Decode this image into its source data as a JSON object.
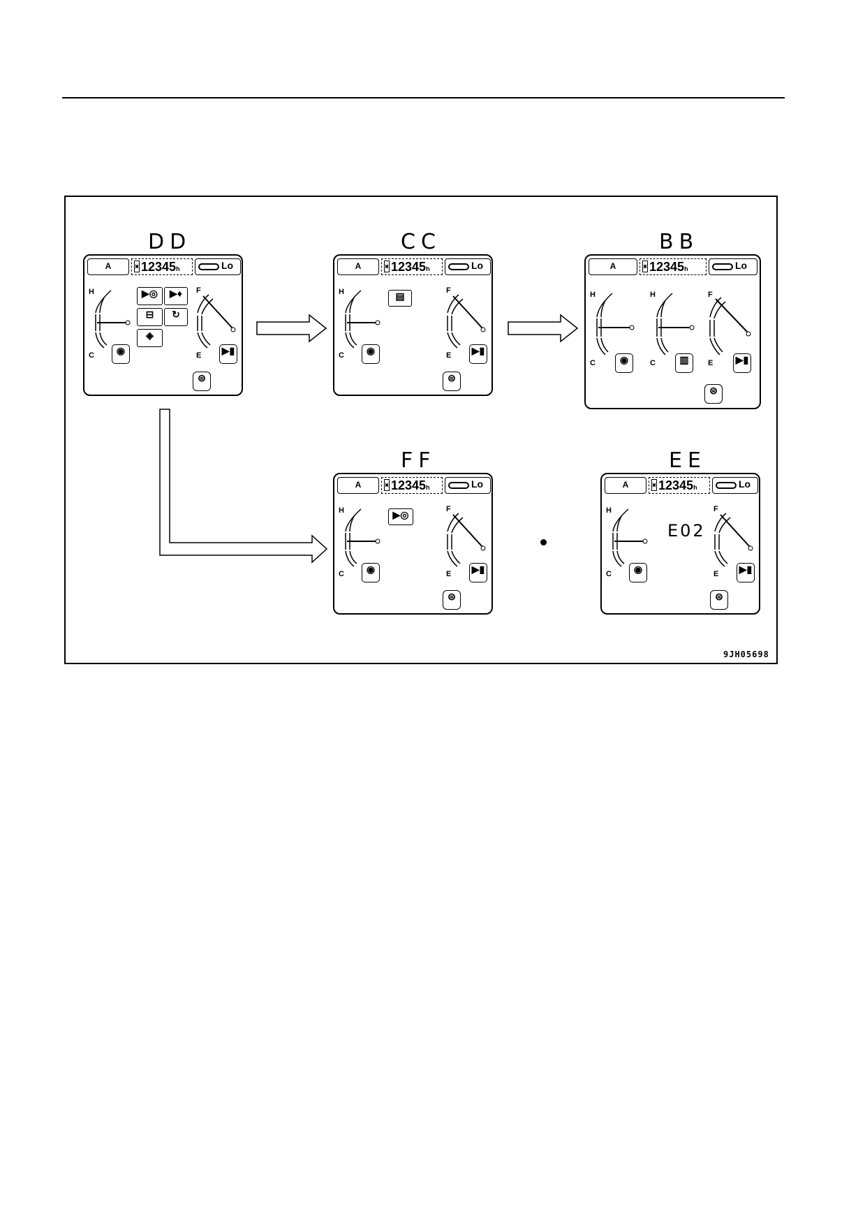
{
  "figure_id": "9JH05698",
  "panels": {
    "DD": {
      "label": "DD",
      "mode": "A",
      "hours": "12345",
      "hours_unit": "h",
      "speed": "Lo",
      "gauge_h": "H",
      "gauge_c": "C",
      "gauge_f": "F",
      "gauge_e": "E",
      "error": ""
    },
    "CC": {
      "label": "CC",
      "mode": "A",
      "hours": "12345",
      "hours_unit": "h",
      "speed": "Lo",
      "gauge_h": "H",
      "gauge_c": "C",
      "gauge_f": "F",
      "gauge_e": "E",
      "error": ""
    },
    "BB": {
      "label": "BB",
      "mode": "A",
      "hours": "12345",
      "hours_unit": "h",
      "speed": "Lo",
      "gauge_h": "H",
      "gauge_c": "C",
      "gauge_f": "F",
      "gauge_e": "E",
      "error": ""
    },
    "FF": {
      "label": "FF",
      "mode": "A",
      "hours": "12345",
      "hours_unit": "h",
      "speed": "Lo",
      "gauge_h": "H",
      "gauge_c": "C",
      "gauge_f": "F",
      "gauge_e": "E",
      "error": ""
    },
    "EE": {
      "label": "EE",
      "mode": "A",
      "hours": "12345",
      "hours_unit": "h",
      "speed": "Lo",
      "gauge_h": "H",
      "gauge_c": "C",
      "gauge_f": "F",
      "gauge_e": "E",
      "error": "E02"
    }
  },
  "icons": {
    "dd_caution": [
      "engine-oil-pressure-icon",
      "engine-oil-level-icon",
      "battery-charge-icon",
      "preheat-icon",
      "hydraulic-oil-icon"
    ],
    "cc_caution": [
      "maintenance-book-icon"
    ],
    "ff_caution": [
      "engine-oil-pressure-icon"
    ],
    "bb_extra_gauge": "hydraulic-oil-temperature-icon"
  }
}
